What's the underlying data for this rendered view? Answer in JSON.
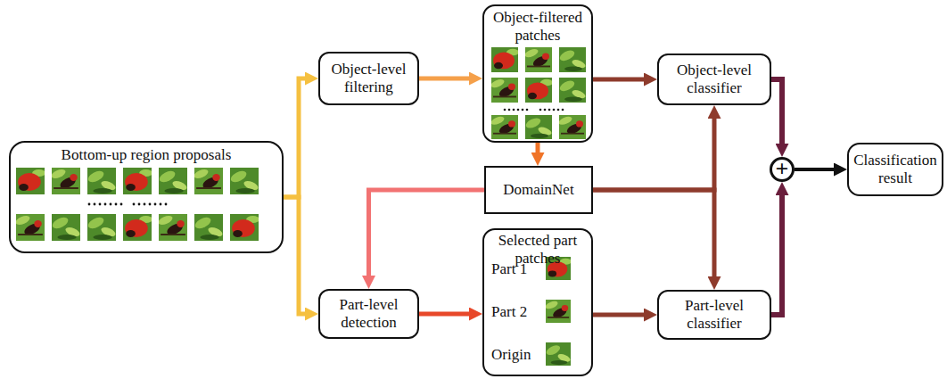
{
  "diagram": {
    "nodes": [
      {
        "text": [
          "Bottom-up region proposals"
        ]
      },
      {
        "text": [
          "Object-level filtering"
        ]
      },
      {
        "text": [
          "Object-filtered patches"
        ]
      },
      {
        "text": [
          "DomainNet"
        ]
      },
      {
        "text": [
          "Part-level detection"
        ]
      },
      {
        "text": [
          "Selected part patches",
          "Part 1",
          "Part 2",
          "Origin"
        ]
      },
      {
        "text": [
          "Object-level classifier"
        ]
      },
      {
        "text": [
          "Part-level classifier"
        ]
      },
      {
        "text": [
          "+"
        ]
      },
      {
        "text": [
          "Classification result"
        ]
      }
    ],
    "edges": [
      {
        "from": 0,
        "to": 1,
        "arrow": "to"
      },
      {
        "from": 0,
        "to": 4,
        "arrow": "to"
      },
      {
        "from": 1,
        "to": 2,
        "arrow": "to"
      },
      {
        "from": 2,
        "to": 6,
        "arrow": "to"
      },
      {
        "from": 2,
        "to": 3,
        "arrow": "to"
      },
      {
        "from": 3,
        "to": 4,
        "arrow": "to"
      },
      {
        "from": 3,
        "to": 6,
        "arrow": "to"
      },
      {
        "from": 3,
        "to": 7,
        "arrow": "to"
      },
      {
        "from": 4,
        "to": 5,
        "arrow": "to"
      },
      {
        "from": 5,
        "to": 7,
        "arrow": "to"
      },
      {
        "from": 6,
        "to": 8,
        "arrow": "to"
      },
      {
        "from": 7,
        "to": 8,
        "arrow": "to"
      },
      {
        "from": 8,
        "to": 9,
        "arrow": "to"
      }
    ]
  }
}
